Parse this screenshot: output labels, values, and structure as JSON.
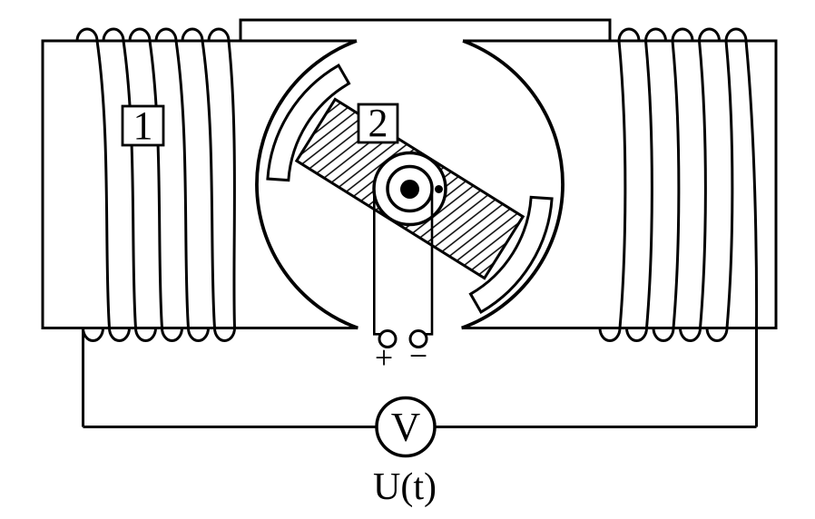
{
  "diagram": {
    "background_color": "#ffffff",
    "line_color": "#000000",
    "labels": {
      "field_coil": "1",
      "rotor": "2",
      "terminal_plus": "+",
      "terminal_minus": "−",
      "voltmeter": "V",
      "output_voltage": "U(t)"
    }
  }
}
